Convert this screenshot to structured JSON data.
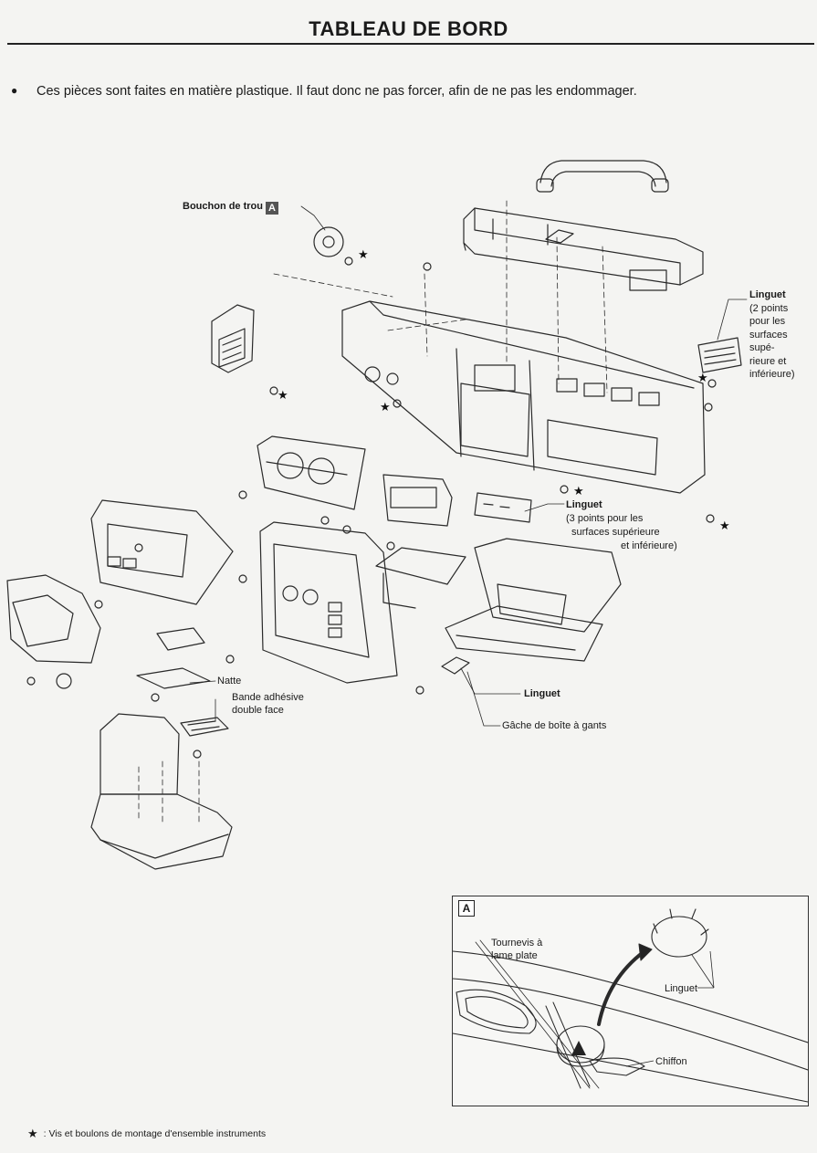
{
  "header": {
    "title": "TABLEAU DE BORD"
  },
  "note": {
    "bullet": "●",
    "text": "Ces pièces sont faites en matière plastique. Il faut donc ne pas forcer, afin de ne pas les endommager."
  },
  "callouts": {
    "bouchon": "Bouchon de trou",
    "bouchon_tag": "A",
    "linguet_top_title": "Linguet",
    "linguet_top_lines": [
      "(2 points",
      "pour les",
      "surfaces",
      "supé-",
      "rieure et",
      "inférieure)"
    ],
    "linguet_mid_title": "Linguet",
    "linguet_mid_lines": [
      "(3 points pour les",
      "surfaces supérieure",
      "et  inférieure)"
    ],
    "natte": "Natte",
    "bande_lines": [
      "Bande adhésive",
      "double face"
    ],
    "linguet_bottom": "Linguet",
    "gache": "Gâche de boîte à gants"
  },
  "inset": {
    "tag": "A",
    "tournevis_lines": [
      "Tournevis à",
      "lame plate"
    ],
    "linguet": "Linguet",
    "chiffon": "Chiffon"
  },
  "legend": {
    "star": "★",
    "text": ": Vis et boulons de montage d'ensemble instruments"
  }
}
